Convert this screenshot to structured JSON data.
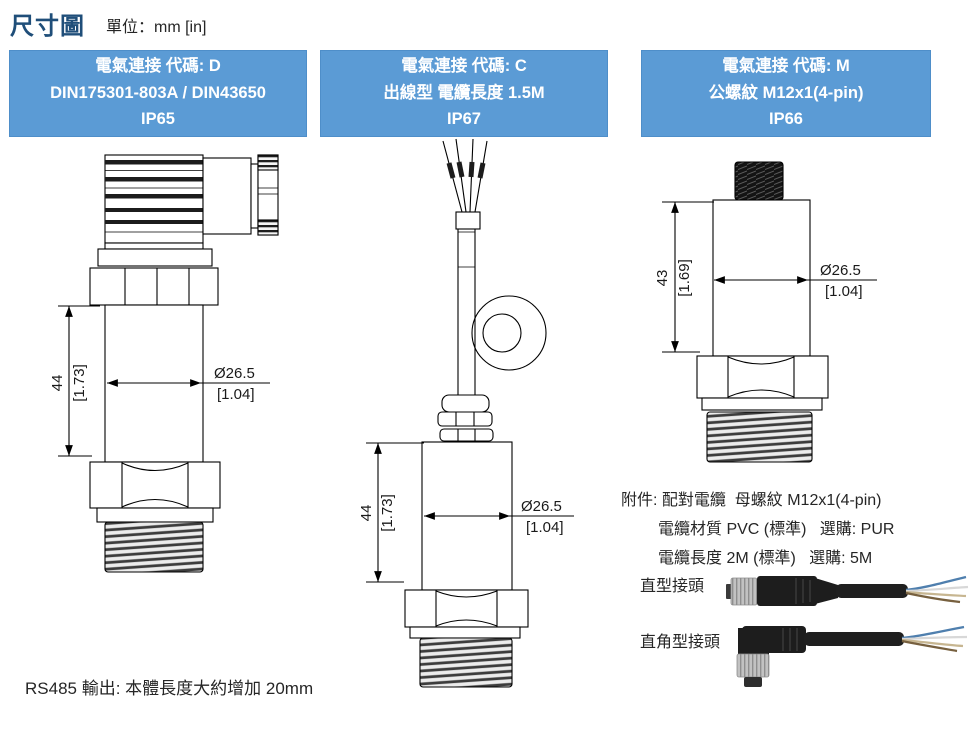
{
  "page": {
    "title": "尺寸圖",
    "unit_label": "單位：mm [in]",
    "rs485_note": "RS485 輸出: 本體長度大約增加 20mm",
    "colors": {
      "header_bg": "#5B9BD5",
      "header_text": "#FFFFFF",
      "title_color": "#1F4E79",
      "drawing_line": "#000000"
    }
  },
  "variants": [
    {
      "code": "D",
      "header_line1": "電氣連接  代碼: D",
      "header_line2": "DIN175301-803A / DIN43650",
      "header_line3": "IP65",
      "dim_height": "44",
      "dim_height_in": "[1.73]",
      "dim_diameter": "Ø26.5",
      "dim_diameter_in": "[1.04]"
    },
    {
      "code": "C",
      "header_line1": "電氣連接  代碼: C",
      "header_line2": "出線型 電纜長度 1.5M",
      "header_line3": "IP67",
      "dim_height": "44",
      "dim_height_in": "[1.73]",
      "dim_diameter": "Ø26.5",
      "dim_diameter_in": "[1.04]"
    },
    {
      "code": "M",
      "header_line1": "電氣連接  代碼: M",
      "header_line2": "公螺紋 M12x1(4-pin)",
      "header_line3": "IP66",
      "dim_height": "43",
      "dim_height_in": "[1.69]",
      "dim_diameter": "Ø26.5",
      "dim_diameter_in": "[1.04]"
    }
  ],
  "accessory": {
    "line1": "附件: 配對電纜  母螺紋 M12x1(4-pin)",
    "line2": "電纜材質 PVC (標準)   選購: PUR",
    "line3": "電纜長度 2M (標準)   選購: 5M",
    "straight_connector_label": "直型接頭",
    "right_angle_connector_label": "直角型接頭"
  }
}
